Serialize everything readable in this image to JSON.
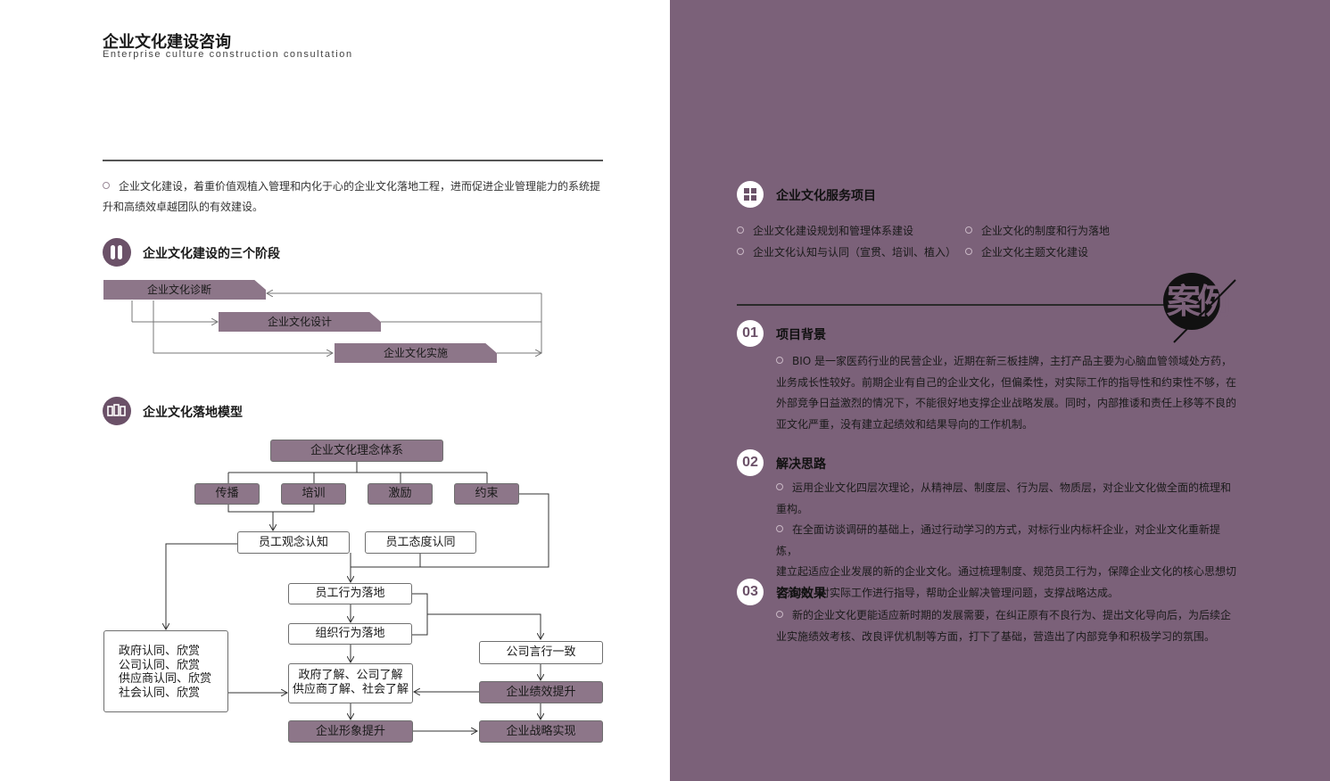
{
  "header": {
    "title": "企业文化建设咨询",
    "subtitle": "Enterprise culture construction consultation"
  },
  "intro": {
    "line1": "企业文化建设，着重价值观植入管理和内化于心的企业文化落地工程，进而促进企业管理能力的系统提",
    "line2": "升和高绩效卓越团队的有效建设。"
  },
  "stages": {
    "title": "企业文化建设的三个阶段",
    "items": [
      "企业文化诊断",
      "企业文化设计",
      "企业文化实施"
    ]
  },
  "model": {
    "title": "企业文化落地模型",
    "top": "企业文化理念体系",
    "levers": [
      "传播",
      "培训",
      "激励",
      "约束"
    ],
    "cognition": "员工观念认知",
    "attitude": "员工态度认同",
    "behavior": "员工行为落地",
    "org_behavior": "组织行为落地",
    "recognition": [
      "政府认同、欣赏",
      "公司认同、欣赏",
      "供应商认同、欣赏",
      "社会认同、欣赏"
    ],
    "understanding": [
      "政府了解、公司了解",
      "供应商了解、社会了解"
    ],
    "consistency": "公司言行一致",
    "performance": "企业绩效提升",
    "image": "企业形象提升",
    "strategy": "企业战略实现"
  },
  "services": {
    "title": "企业文化服务项目",
    "items": [
      "企业文化建设规划和管理体系建设",
      "企业文化的制度和行为落地",
      "企业文化认知与认同（宣贯、培训、植入）",
      "企业文化主题文化建设"
    ]
  },
  "case": {
    "stamp": "案例",
    "sections": [
      {
        "num": "01",
        "title": "项目背景",
        "lines": [
          "BIO 是一家医药行业的民营企业，近期在新三板挂牌，主打产品主要为心脑血管领域处方药，",
          "业务成长性较好。前期企业有自己的企业文化，但偏柔性，对实际工作的指导性和约束性不够，在",
          "外部竞争日益激烈的情况下，不能很好地支撑企业战略发展。同时，内部推诿和责任上移等不良的",
          "亚文化严重，没有建立起绩效和结果导向的工作机制。"
        ]
      },
      {
        "num": "02",
        "title": "解决思路",
        "lines": [
          "运用企业文化四层次理论，从精神层、制度层、行为层、物质层，对企业文化做全面的梳理和重构。",
          "在全面访谈调研的基础上，通过行动学习的方式，对标行业内标杆企业，对企业文化重新提炼，",
          "建立起适应企业发展的新的企业文化。通过梳理制度、规范员工行为，保障企业文化的核心思想切",
          "实落地，对实际工作进行指导，帮助企业解决管理问题，支撑战略达成。"
        ]
      },
      {
        "num": "03",
        "title": "咨询效果",
        "lines": [
          "新的企业文化更能适应新时期的发展需要，在纠正原有不良行为、提出文化导向后，为后续企",
          "业实施绩效考核、改良评优机制等方面，打下了基础，营造出了内部竞争和积极学习的氛围。"
        ]
      }
    ]
  },
  "colors": {
    "panel": "#7b6179",
    "box_fill": "#8d7689",
    "icon": "#6b5168"
  }
}
